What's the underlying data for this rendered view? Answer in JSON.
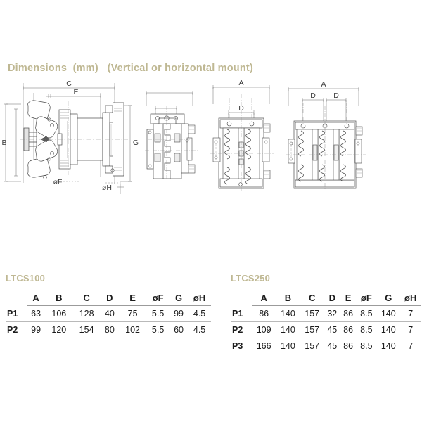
{
  "section": {
    "title": "Dimensions  (mm)   (Vertical or horizontal mount)"
  },
  "drawings": {
    "front_view": {
      "name": "front-elevation-view",
      "labels": [
        "C",
        "E",
        "B",
        "G",
        "øF",
        "øH"
      ]
    },
    "side_view": {
      "name": "side-elevation-view",
      "labels": [
        "A",
        "D"
      ]
    },
    "two_pole_view": {
      "name": "two-pole-plan-view",
      "labels": [
        "A",
        "D"
      ]
    },
    "three_pole_view": {
      "name": "three-pole-plan-view",
      "labels": [
        "A",
        "D",
        "D"
      ]
    },
    "label_c": "C",
    "label_e": "E",
    "label_b": "B",
    "label_g": "G",
    "label_of": "øF",
    "label_oh": "øH",
    "label_a": "A",
    "label_d": "D"
  },
  "tables": [
    {
      "id": "ltcs100",
      "caption": "LTCS100",
      "columns": [
        "",
        "A",
        "B",
        "C",
        "D",
        "E",
        "øF",
        "G",
        "øH"
      ],
      "rows": [
        {
          "label": "P1",
          "values": [
            "63",
            "106",
            "128",
            "40",
            "75",
            "5.5",
            "99",
            "4.5"
          ]
        },
        {
          "label": "P2",
          "values": [
            "99",
            "120",
            "154",
            "80",
            "102",
            "5.5",
            "60",
            "4.5"
          ]
        }
      ]
    },
    {
      "id": "ltcs250",
      "caption": "LTCS250",
      "columns": [
        "",
        "A",
        "B",
        "C",
        "D",
        "E",
        "øF",
        "G",
        "øH"
      ],
      "rows": [
        {
          "label": "P1",
          "values": [
            "86",
            "140",
            "157",
            "32",
            "86",
            "8.5",
            "140",
            "7"
          ]
        },
        {
          "label": "P2",
          "values": [
            "109",
            "140",
            "157",
            "45",
            "86",
            "8.5",
            "140",
            "7"
          ]
        },
        {
          "label": "P3",
          "values": [
            "166",
            "140",
            "157",
            "45",
            "86",
            "8.5",
            "140",
            "7"
          ]
        }
      ]
    }
  ],
  "colors": {
    "caption": "#bfb893",
    "text": "#1c1c1c",
    "rule": "#9b9b9b",
    "drawing_line": "#4a4a4a",
    "background": "#ffffff"
  }
}
